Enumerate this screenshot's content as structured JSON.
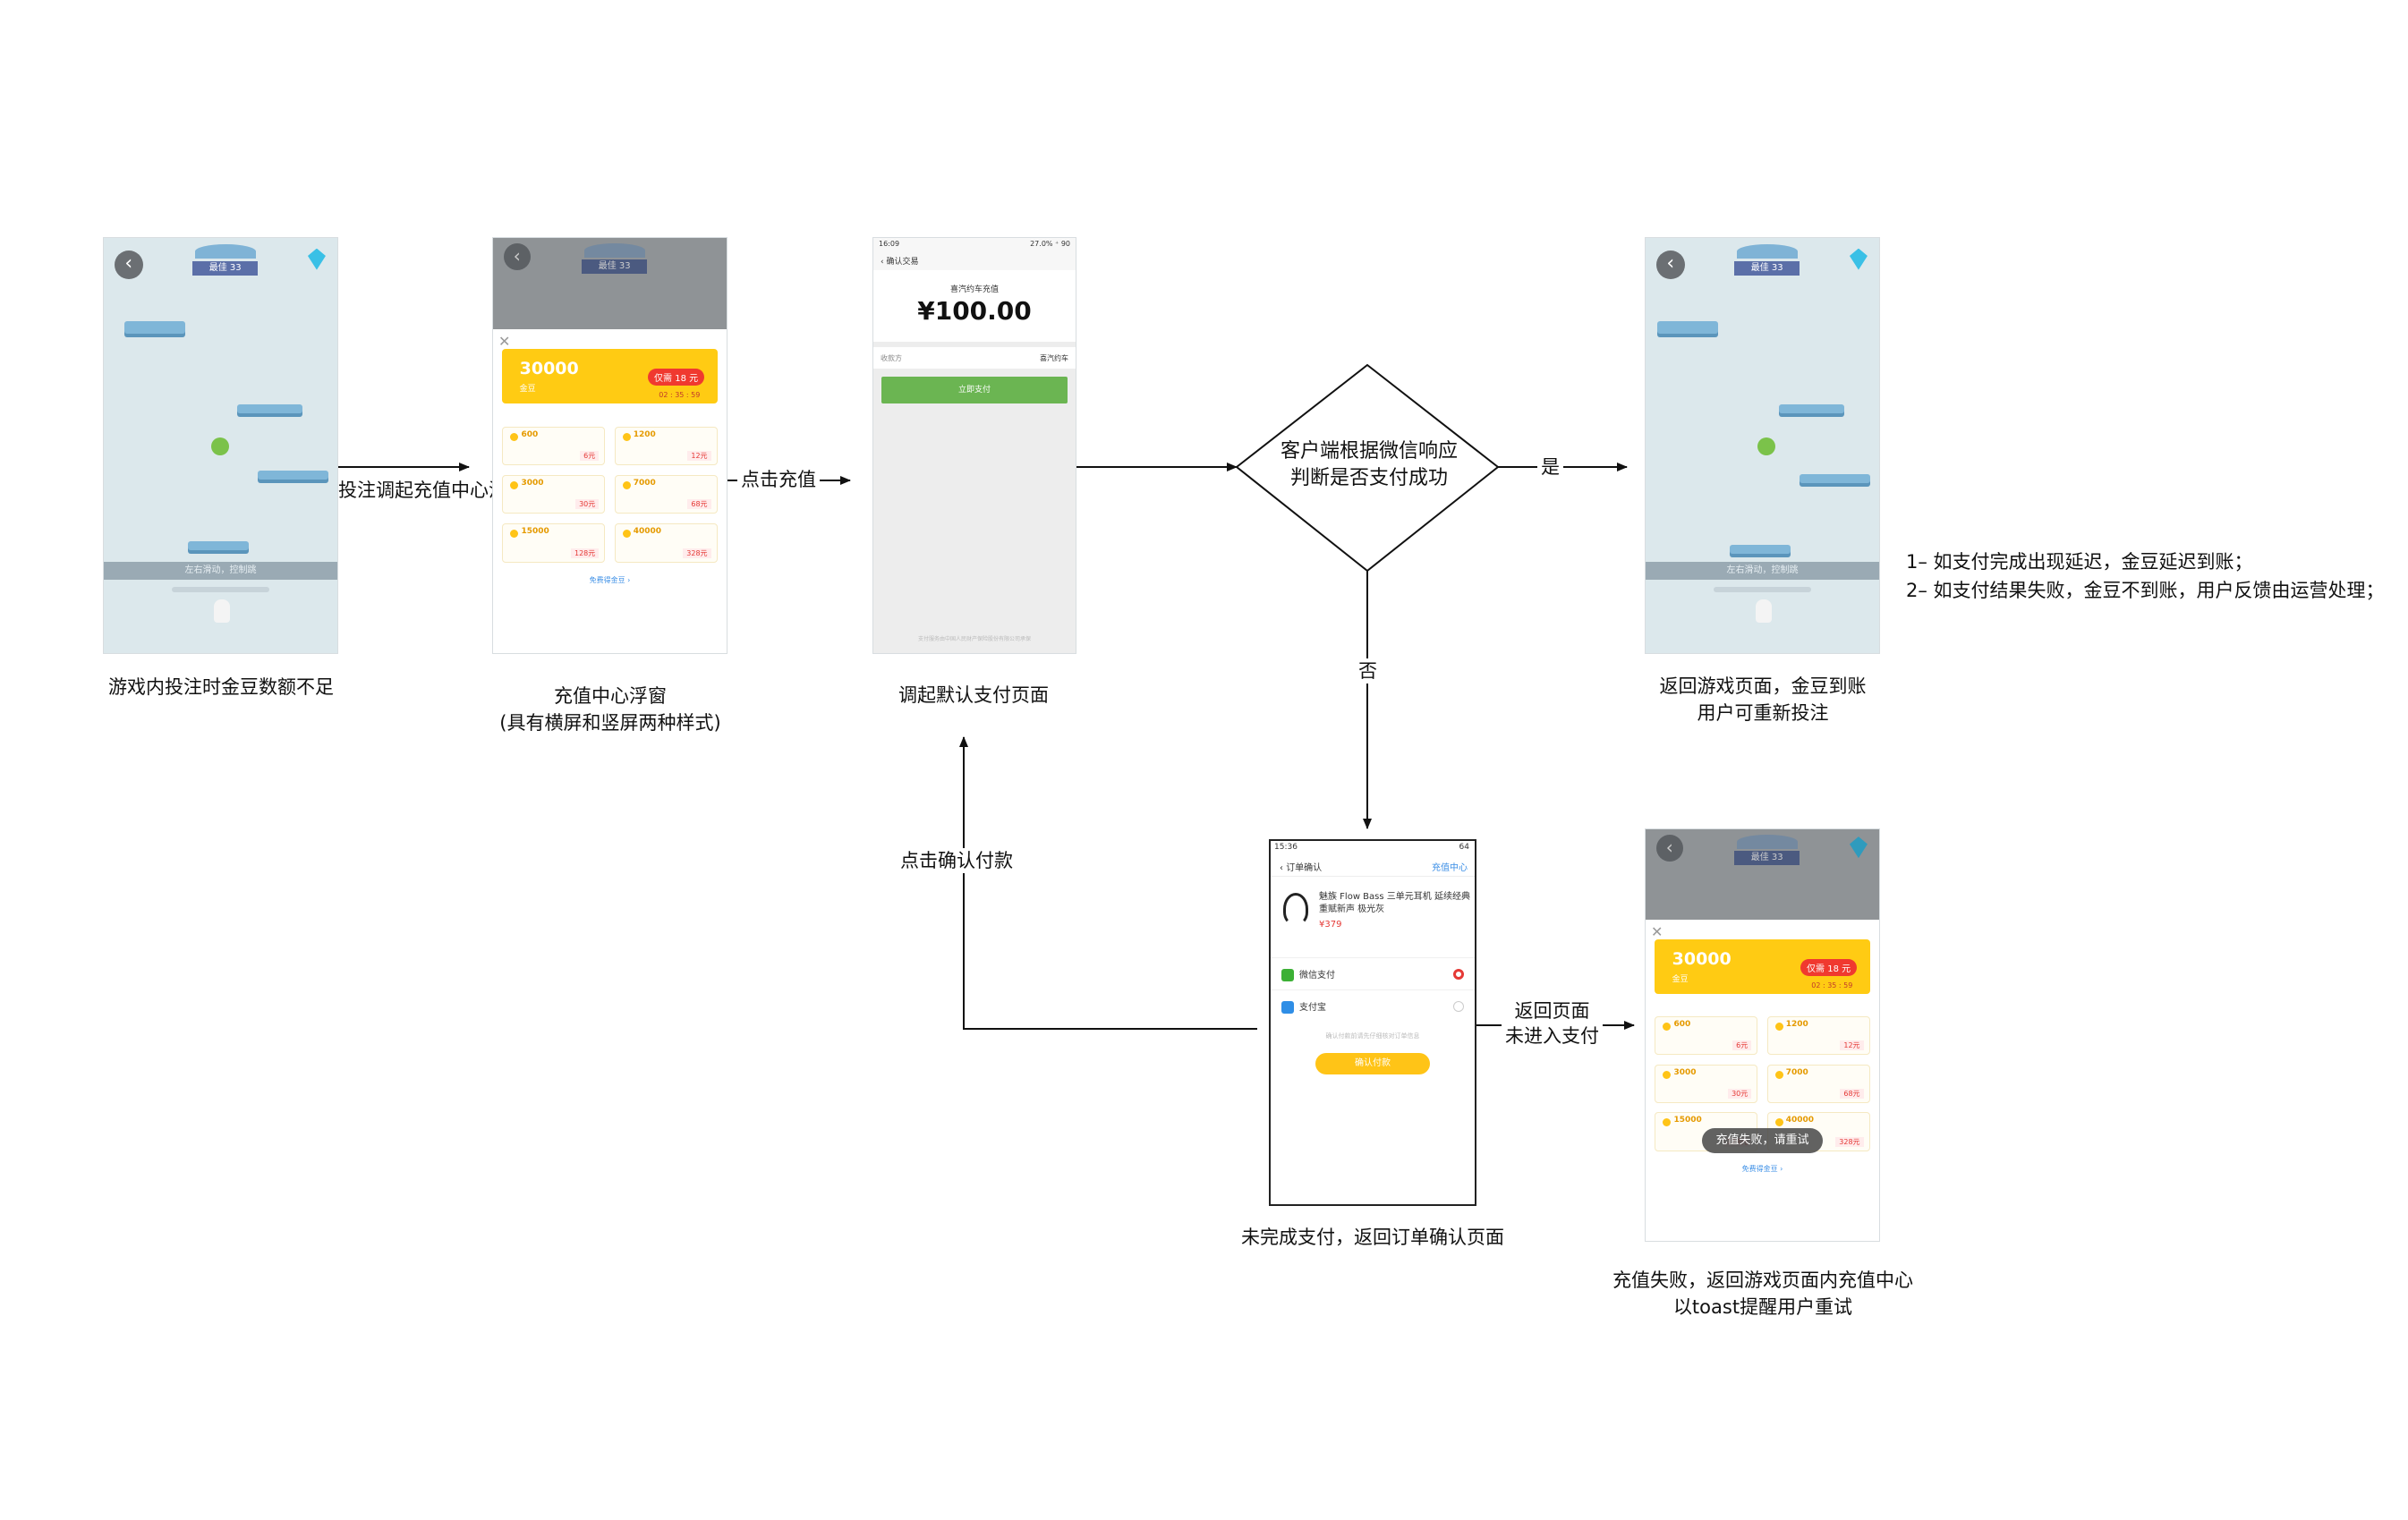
{
  "nodes": {
    "game_insufficient": {
      "caption": "游戏内投注时金豆数额不足"
    },
    "recharge_overlay": {
      "caption_line1": "充值中心浮窗",
      "caption_line2": "(具有横屏和竖屏两种样式)"
    },
    "pay_page": {
      "caption": "调起默认支付页面"
    },
    "decision": {
      "line1": "客户端根据微信响应",
      "line2": "判断是否支付成功"
    },
    "game_success": {
      "caption_line1": "返回游戏页面，金豆到账",
      "caption_line2": "用户可重新投注"
    },
    "order_page": {
      "caption": "未完成支付，返回订单确认页面"
    },
    "recharge_fail": {
      "caption_line1": "充值失败，返回游戏页面内充值中心",
      "caption_line2": "以toast提醒用户重试"
    }
  },
  "edges": {
    "open_overlay": "点击投注调起充值中心浮窗",
    "click_recharge": "点击充值",
    "yes": "是",
    "no": "否",
    "confirm_pay": "点击确认付款",
    "back_line1": "返回页面",
    "back_line2": "未进入支付"
  },
  "notes": {
    "line1": "1– 如支付完成出现延迟，金豆延迟到账；",
    "line2": "2– 如支付结果失败，金豆不到账，用户反馈由运营处理；"
  },
  "mock": {
    "game": {
      "best": "最佳 33",
      "hint": "左右滑动，控制跳"
    },
    "overlay": {
      "promo_amount": "30000",
      "promo_unit": "金豆",
      "promo_price": "仅需 18 元",
      "promo_timer": "02 : 35 : 59",
      "packages": [
        {
          "amount": "600",
          "price": "6元"
        },
        {
          "amount": "1200",
          "price": "12元"
        },
        {
          "amount": "3000",
          "price": "30元"
        },
        {
          "amount": "7000",
          "price": "68元"
        },
        {
          "amount": "15000",
          "price": "128元"
        },
        {
          "amount": "40000",
          "price": "328元"
        }
      ],
      "more": "免费得金豆 ›"
    },
    "pay": {
      "time": "16:09",
      "status_right": "27.0% ⁺ 90",
      "title": "确认交易",
      "merchant": "喜汽约车充值",
      "amount": "¥100.00",
      "payee_label": "收款方",
      "payee": "喜汽约车",
      "button": "立即支付",
      "footer": "支付服务由中国人民财产保险股份有限公司承保"
    },
    "order": {
      "time": "15:36",
      "status_right": "64",
      "title": "订单确认",
      "link": "充值中心",
      "product": "魅族 Flow Bass 三单元耳机 延续经典 重赋新声 极光灰",
      "price": "¥379",
      "wechat": "微信支付",
      "alipay": "支付宝",
      "hint": "确认付款前请先仔细核对订单信息",
      "confirm": "确认付款"
    },
    "toast": "充值失败，请重试"
  }
}
